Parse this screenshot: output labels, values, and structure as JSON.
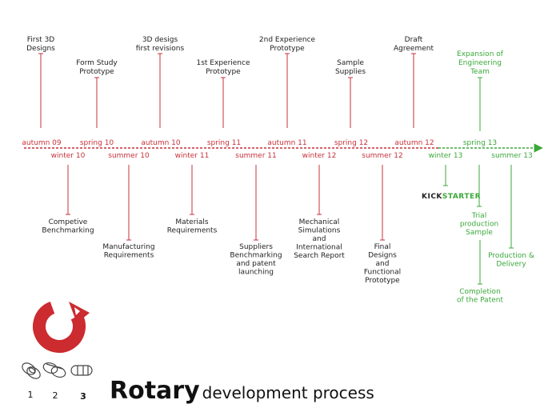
{
  "colors": {
    "red": "#c8303a",
    "green": "#3aa83a",
    "dark": "#222222",
    "logo": "#cc2b2f"
  },
  "timeline": {
    "seasons": [
      {
        "text": "autumn 09",
        "side": "above",
        "color": "red"
      },
      {
        "text": "winter 10",
        "side": "below",
        "color": "red"
      },
      {
        "text": "spring 10",
        "side": "above",
        "color": "red"
      },
      {
        "text": "summer 10",
        "side": "below",
        "color": "red"
      },
      {
        "text": "autumn 10",
        "side": "above",
        "color": "red"
      },
      {
        "text": "winter 11",
        "side": "below",
        "color": "red"
      },
      {
        "text": "spring 11",
        "side": "above",
        "color": "red"
      },
      {
        "text": "summer 11",
        "side": "below",
        "color": "red"
      },
      {
        "text": "autumn 11",
        "side": "above",
        "color": "red"
      },
      {
        "text": "winter 12",
        "side": "below",
        "color": "red"
      },
      {
        "text": "spring 12",
        "side": "above",
        "color": "red"
      },
      {
        "text": "summer 12",
        "side": "below",
        "color": "red"
      },
      {
        "text": "autumn 12",
        "side": "above",
        "color": "red"
      },
      {
        "text": "winter 13",
        "side": "below",
        "color": "green"
      },
      {
        "text": "spring 13",
        "side": "above",
        "color": "green"
      },
      {
        "text": "summer 13",
        "side": "below",
        "color": "green"
      }
    ],
    "milestones_above": [
      {
        "lines": [
          "First 3D",
          "Designs"
        ],
        "color": "dark"
      },
      {
        "lines": [
          "Form Study",
          "Prototype"
        ],
        "color": "dark"
      },
      {
        "lines": [
          "3D desigs",
          "first revisions"
        ],
        "color": "dark"
      },
      {
        "lines": [
          "1st Experience",
          "Prototype"
        ],
        "color": "dark"
      },
      {
        "lines": [
          "2nd Experience",
          "Prototype"
        ],
        "color": "dark"
      },
      {
        "lines": [
          "Sample",
          "Supplies"
        ],
        "color": "dark"
      },
      {
        "lines": [
          "Draft",
          "Agreement"
        ],
        "color": "dark"
      },
      {
        "lines": [
          "Expansion of",
          "Engineering",
          "Team"
        ],
        "color": "green"
      }
    ],
    "milestones_below": [
      {
        "lines": [
          "Competive",
          "Benchmarking"
        ],
        "color": "dark"
      },
      {
        "lines": [
          "Manufacturing",
          "Requirements"
        ],
        "color": "dark"
      },
      {
        "lines": [
          "Materials",
          "Requirements"
        ],
        "color": "dark"
      },
      {
        "lines": [
          "Suppliers",
          "Benchmarking",
          "and patent",
          "launching"
        ],
        "color": "dark"
      },
      {
        "lines": [
          "Mechanical",
          "Simulations",
          "and",
          "International",
          "Search Report"
        ],
        "color": "dark"
      },
      {
        "lines": [
          "Final",
          "Designs",
          "and",
          "Functional",
          "Prototype"
        ],
        "color": "dark"
      },
      {
        "lines": [
          "Trial",
          "production",
          "Sample"
        ],
        "color": "green"
      },
      {
        "lines": [
          "Production &",
          "Delivery"
        ],
        "color": "green"
      },
      {
        "lines": [
          "Completion",
          "of the Patent"
        ],
        "color": "green"
      }
    ],
    "kickstarter_label": "KICKSTARTER"
  },
  "footer": {
    "title_bold": "Rotary",
    "title_rest": "development process",
    "steps": [
      "1",
      "2",
      "3"
    ]
  }
}
